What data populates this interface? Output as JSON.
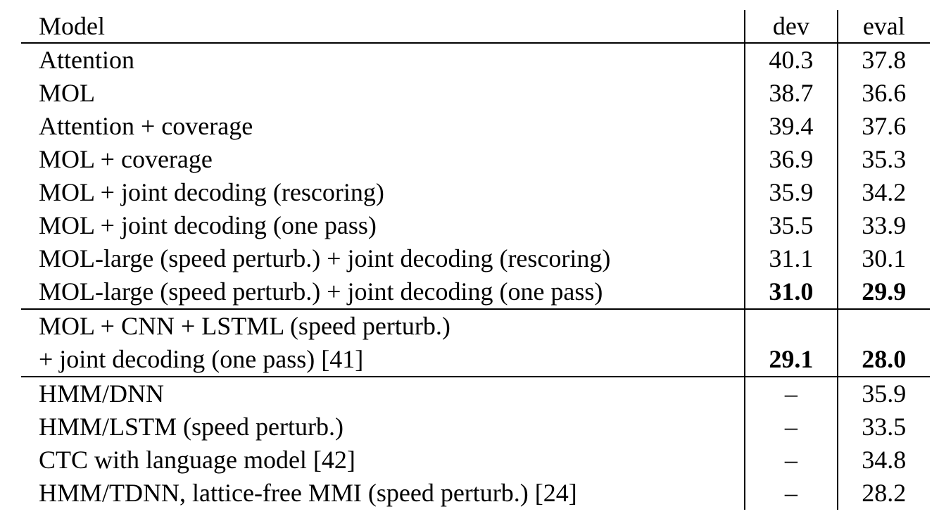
{
  "table": {
    "headers": {
      "model": "Model",
      "dev": "dev",
      "eval": "eval"
    },
    "groups": [
      [
        {
          "model": "Attention",
          "dev": "40.3",
          "eval": "37.8"
        },
        {
          "model": "MOL",
          "dev": "38.7",
          "eval": "36.6"
        },
        {
          "model": "Attention + coverage",
          "dev": "39.4",
          "eval": "37.6"
        },
        {
          "model": "MOL + coverage",
          "dev": "36.9",
          "eval": "35.3"
        },
        {
          "model": "MOL + joint decoding (rescoring)",
          "dev": "35.9",
          "eval": "34.2"
        },
        {
          "model": "MOL + joint decoding (one pass)",
          "dev": "35.5",
          "eval": "33.9"
        },
        {
          "model": "MOL-large (speed perturb.) + joint decoding (rescoring)",
          "dev": "31.1",
          "eval": "30.1"
        },
        {
          "model": "MOL-large (speed perturb.) + joint decoding (one pass)",
          "dev": "31.0",
          "eval": "29.9",
          "bold": true
        }
      ],
      [
        {
          "model_line1": "MOL + CNN + LSTML (speed perturb.)",
          "model_line2": "+ joint decoding (one pass) [41]",
          "dev": "29.1",
          "eval": "28.0",
          "bold": true
        }
      ],
      [
        {
          "model": "HMM/DNN",
          "dev": "–",
          "eval": "35.9"
        },
        {
          "model": "HMM/LSTM (speed perturb.)",
          "dev": "–",
          "eval": "33.5"
        },
        {
          "model": "CTC with language model [42]",
          "dev": "–",
          "eval": "34.8"
        },
        {
          "model": "HMM/TDNN, lattice-free MMI (speed perturb.) [24]",
          "dev": "–",
          "eval": "28.2"
        }
      ]
    ]
  }
}
